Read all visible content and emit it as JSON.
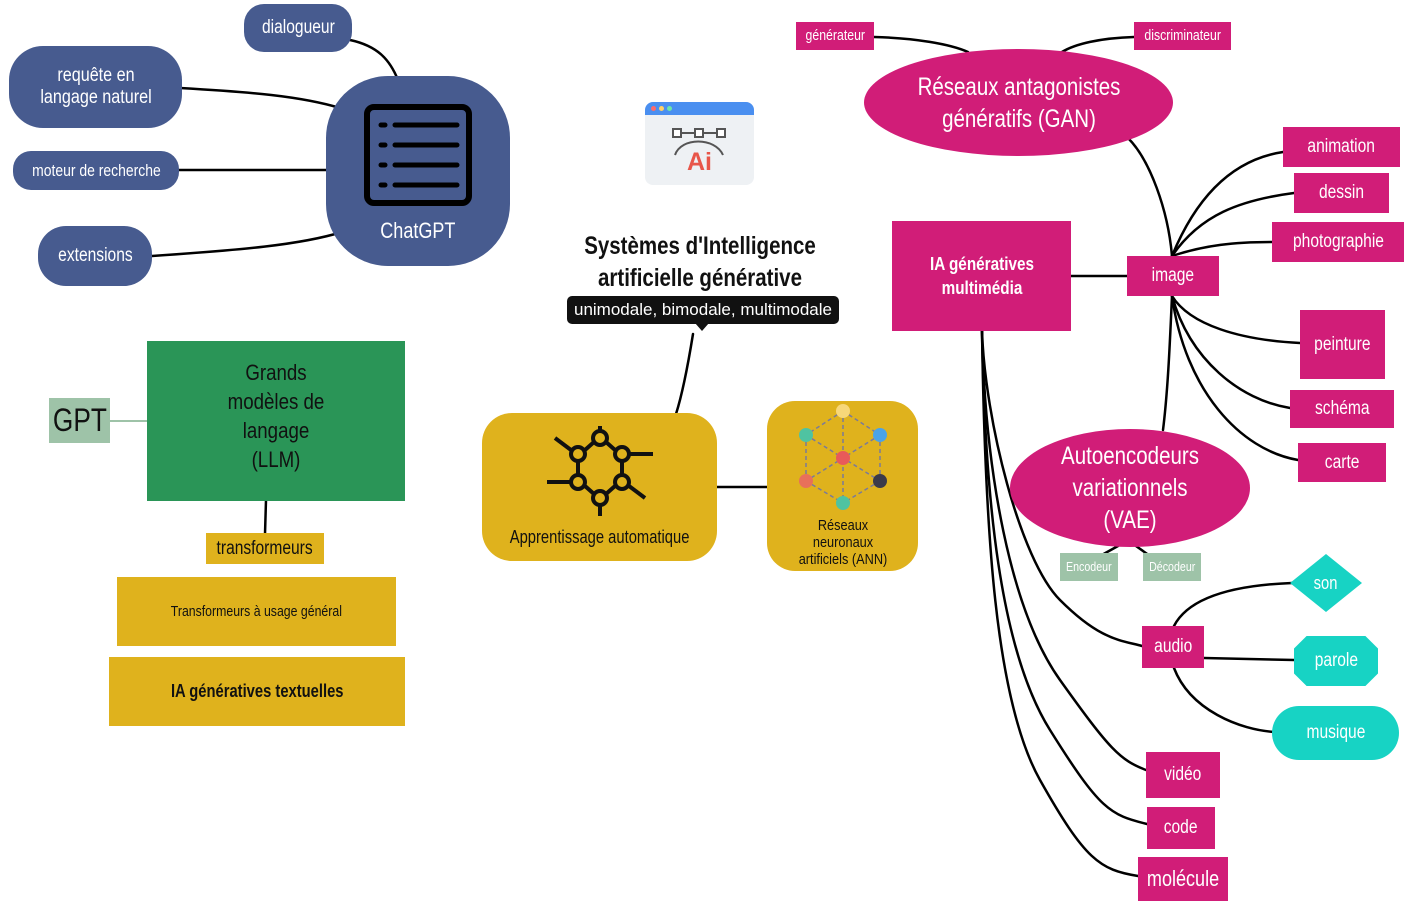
{
  "title": {
    "line1": "Systèmes d'Intelligence",
    "line2": "artificielle générative"
  },
  "subtitle_tag": "unimodale, bimodale, multimodale",
  "chatgpt": {
    "center": "ChatGPT",
    "items": [
      "dialogueur",
      "requête en langage naturel",
      "moteur de recherche",
      "extensions"
    ]
  },
  "llm": {
    "title": "Grands modèles de langage (LLM)",
    "tag": "GPT",
    "transformers": "transformeurs",
    "general": "Transformeurs à usage général",
    "textual": "IA génératives textuelles"
  },
  "ml": {
    "label": "Apprentissage automatique",
    "ann": "Réseaux neuronaux artificiels (ANN)"
  },
  "gan": {
    "label": "Réseaux antagonistes génératifs (GAN)",
    "generator": "générateur",
    "discriminator": "discriminateur"
  },
  "vae": {
    "label": "Autoencodeurs variationnels (VAE)",
    "encoder": "Encodeur",
    "decoder": "Décodeur"
  },
  "multimedia": {
    "label": "IA génératives multimédia",
    "image": "image",
    "image_items": [
      "animation",
      "dessin",
      "photographie",
      "peinture",
      "schéma",
      "carte"
    ],
    "audio": "audio",
    "audio_items": [
      "son",
      "parole",
      "musique"
    ],
    "others": [
      "vidéo",
      "code",
      "molécule"
    ]
  },
  "ai_icon_text": "Ai",
  "colors": {
    "blue": "#475b8f",
    "pink": "#d11d78",
    "gold": "#dfb21d",
    "green": "#2a9557",
    "teal": "#17d3c4",
    "sage": "#9ec3a8"
  }
}
